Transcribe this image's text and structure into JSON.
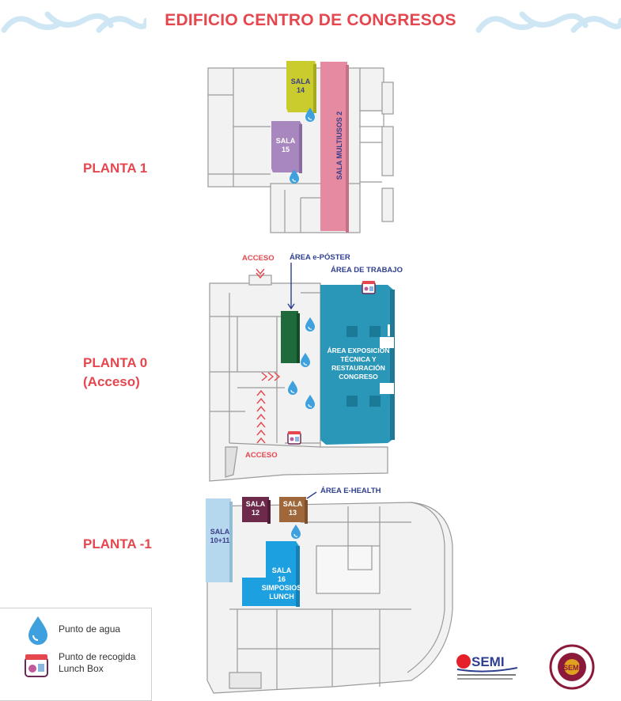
{
  "title": "EDIFICIO CENTRO DE CONGRESOS",
  "floors": [
    {
      "label_line1": "PLANTA 1",
      "label_line2": ""
    },
    {
      "label_line1": "PLANTA 0",
      "label_line2": "(Acceso)"
    },
    {
      "label_line1": "PLANTA -1",
      "label_line2": ""
    }
  ],
  "rooms": {
    "sala14": {
      "line1": "SALA",
      "line2": "14",
      "color": "#c9cc2c"
    },
    "sala15": {
      "line1": "SALA",
      "line2": "15",
      "color": "#a787bd"
    },
    "multiusos": {
      "label": "SALA MULTIUSOS 2",
      "color": "#e68aa2"
    },
    "exposicion": {
      "line1": "ÁREA EXPOSICIÓN",
      "line2": "TÉCNICA Y",
      "line3": "RESTAURACIÓN",
      "line4": "CONGRESO",
      "color": "#2b97b8"
    },
    "eposter_block": {
      "color": "#1f6a3a"
    },
    "sala12": {
      "line1": "SALA",
      "line2": "12",
      "color": "#6e2a4a"
    },
    "sala13": {
      "line1": "SALA",
      "line2": "13",
      "color": "#a0683a"
    },
    "sala10_11": {
      "line1": "SALA",
      "line2": "10+11",
      "color": "#b5d8ee"
    },
    "sala16": {
      "line1": "SALA",
      "line2": "16",
      "line3": "SIMPOSIOS",
      "line4": "LUNCH",
      "color": "#1ca0e0"
    }
  },
  "annotations": {
    "acceso_top": "ACCESO",
    "acceso_bottom": "ACCESO",
    "eposter": "ÁREA e-PÓSTER",
    "trabajo": "ÁREA DE TRABAJO",
    "ehealth": "ÁREA E-HEALTH",
    "arrows_chevron": ">>>"
  },
  "legend": {
    "water": "Punto de agua",
    "lunch_line1": "Punto de recogida",
    "lunch_line2": "Lunch Box"
  },
  "colors": {
    "accent_red": "#e5474f",
    "annotation_blue": "#2e3f8f",
    "water_blue": "#3ea0dc",
    "plan_line": "#9a9a9a",
    "plan_fill": "#f2f2f2"
  },
  "logos": {
    "semi": "SEMI",
    "seal": "SEMI"
  }
}
